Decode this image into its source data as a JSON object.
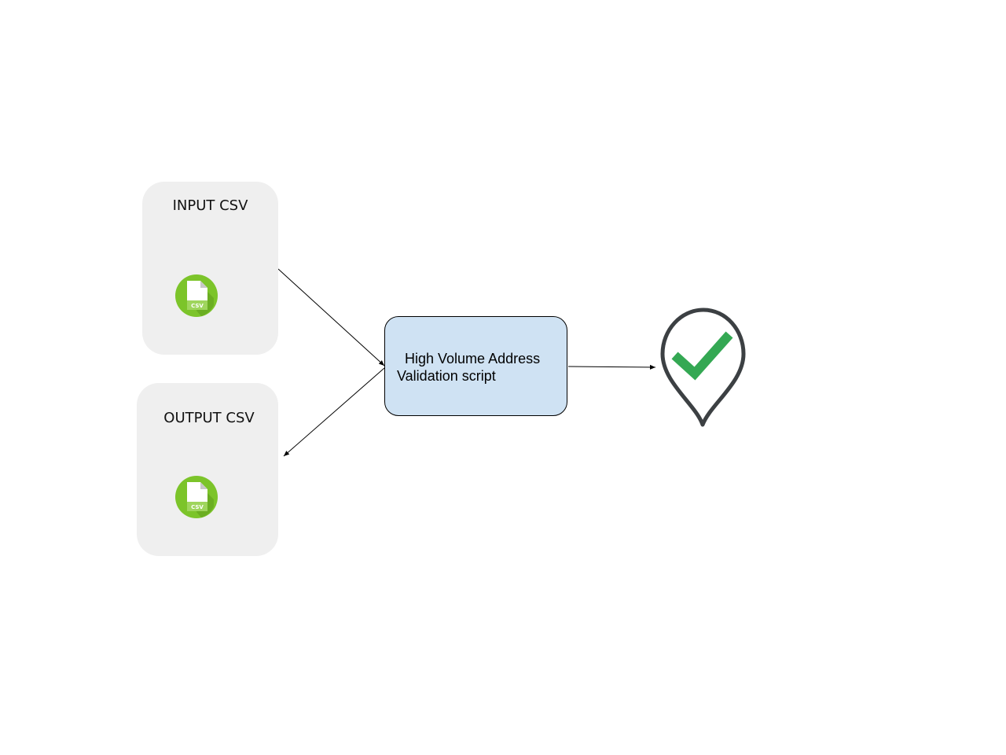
{
  "diagram": {
    "input_panel": {
      "title": "INPUT CSV",
      "icon": "csv-file-icon",
      "icon_label": "CSV"
    },
    "output_panel": {
      "title": "OUTPUT CSV",
      "icon": "csv-file-icon",
      "icon_label": "CSV"
    },
    "process": {
      "line1": "High Volume Address",
      "line2": "Validation script"
    },
    "result_icon": "validated-location-pin-icon"
  },
  "colors": {
    "panel_bg": "#efefef",
    "process_bg": "#cfe2f3",
    "csv_green": "#7cc42a",
    "check_green": "#34a853",
    "pin_outline": "#3c4043"
  }
}
